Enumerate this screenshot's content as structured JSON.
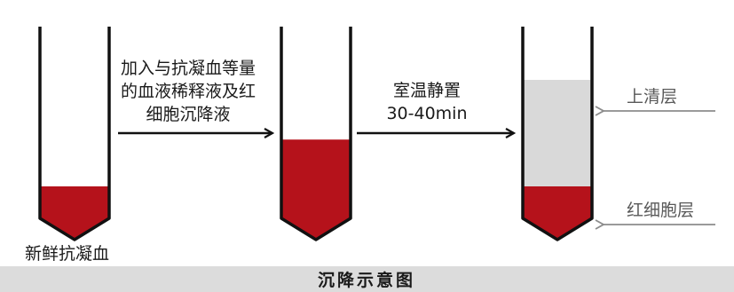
{
  "colors": {
    "blood": "#b5121b",
    "supernatant": "#d9d9d9",
    "tube_outline": "#111111",
    "arrow_black": "#111111",
    "arrow_gray": "#8c8c8c",
    "caption_bg": "#dcdcdc"
  },
  "tubes": {
    "initial": {
      "label": "新鲜抗凝血",
      "blood_fraction": 0.25
    },
    "mixed": {
      "blood_fraction": 0.47
    },
    "settled": {
      "supernatant_fraction": 0.75,
      "rbc_fraction": 0.25
    }
  },
  "steps": {
    "add": {
      "lines": [
        "加入与抗凝血等量",
        "的血液稀释液及红",
        "细胞沉降液"
      ],
      "arrow_icon": "arrow-right-icon"
    },
    "settle": {
      "lines": [
        "室温静置",
        "30-40min"
      ],
      "arrow_icon": "arrow-right-icon"
    }
  },
  "layers": {
    "supernatant_label": "上清层",
    "rbc_label": "红细胞层",
    "pointer_icon": "arrow-left-icon"
  },
  "caption": "沉降示意图"
}
